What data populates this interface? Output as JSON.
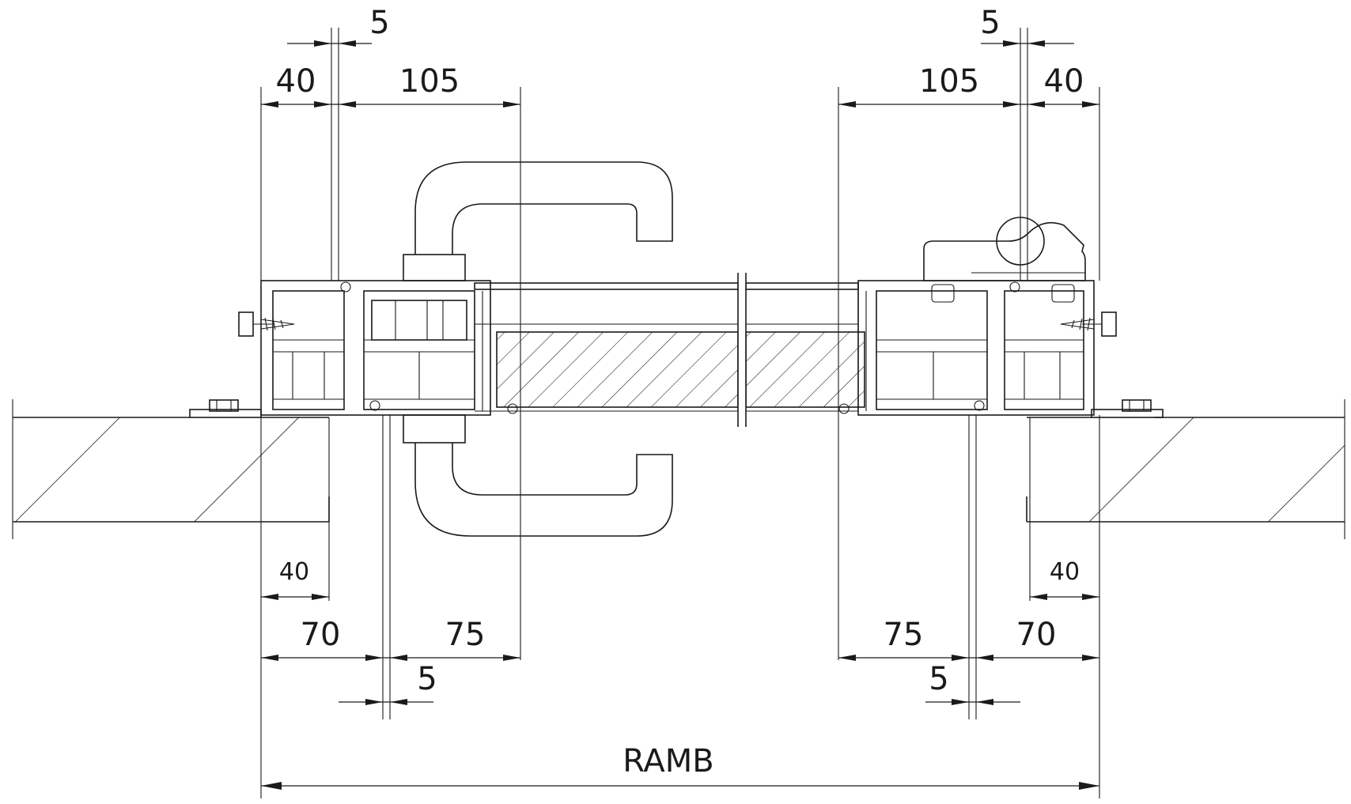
{
  "dimensions": {
    "top_left_gap": "5",
    "top_left_frame": "40",
    "top_left_leaf": "105",
    "top_right_leaf": "105",
    "top_right_gap": "5",
    "top_right_frame": "40",
    "wall_left": "40",
    "wall_right": "40",
    "bottom_left_frame": "70",
    "bottom_left_leaf": "75",
    "bottom_left_gap": "5",
    "bottom_right_leaf": "75",
    "bottom_right_frame": "70",
    "bottom_right_gap": "5",
    "overall": "RAMB"
  }
}
